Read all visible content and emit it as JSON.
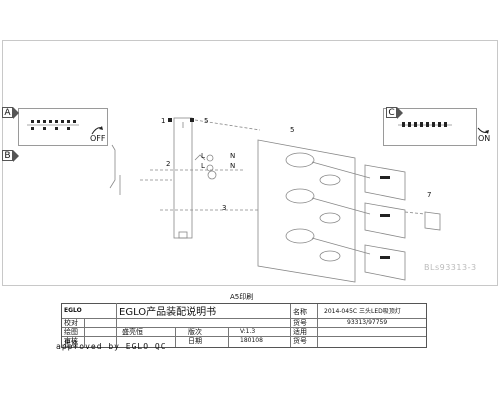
{
  "panels": {
    "a": {
      "letter": "A",
      "state": "OFF"
    },
    "b": {
      "letter": "B"
    },
    "c": {
      "letter": "C",
      "state": "ON"
    }
  },
  "callouts": {
    "c1": "1",
    "c2": "2",
    "c3": "3",
    "c5": "5",
    "c7": "7",
    "n_top": "N",
    "n_bottom": "N",
    "l_top": "L",
    "l_bottom": "L"
  },
  "watermark": "BLs93313-3",
  "print_note": "A5印刷",
  "title_block": {
    "logo_text": "EGLO",
    "product_title": "EGLO产品装配说明书",
    "row1": {
      "left_label": "校对",
      "mid_label": "名称",
      "value": "2014-045C  三头LED吸顶灯"
    },
    "row2": {
      "left_label": "绘图",
      "left_value": "盛亮恒",
      "mid_label": "货号",
      "value": "93313/97759"
    },
    "row3": {
      "left_label": "审核",
      "version_label": "版次",
      "version_value": "V:1.3",
      "mid_label": "适用"
    },
    "row4": {
      "left_label": "批准",
      "date_label": "日期",
      "date_value": "180108",
      "mid_label": "货号"
    },
    "approved": "approved by EGLO QC"
  },
  "colors": {
    "line": "#555555",
    "light_line": "#9a9a9a",
    "watermark": "#bbbbbb"
  }
}
